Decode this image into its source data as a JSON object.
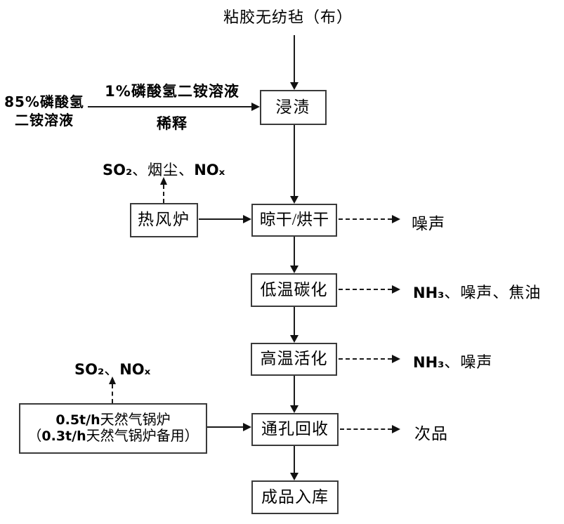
{
  "diagram": {
    "title": "粘胶无纺毡（布）",
    "boxes": {
      "dip": "浸渍",
      "furnace": "热风炉",
      "dry": "晾干/烘干",
      "low_temp": "低温碳化",
      "high_temp": "高温活化",
      "through_hole": "通孔回收",
      "storage": "成品入库",
      "boiler": {
        "line1": {
          "parts": [
            "0.5t/h",
            "天然气锅炉"
          ]
        },
        "line2": {
          "parts": [
            "（",
            "0.3t/h",
            "天然气锅炉备用）"
          ]
        }
      }
    },
    "inputs": {
      "solution_line1": "85%磷酸氢",
      "solution_line2": "二铵溶液",
      "arrow_label_top": "1%磷酸氢二铵溶液",
      "arrow_label_bottom": "稀释"
    },
    "emissions": {
      "furnace_air": {
        "parts": [
          "SO₂",
          "、烟尘、",
          "NOₓ"
        ]
      },
      "dry_out": "噪声",
      "low_temp_out": {
        "parts": [
          "NH₃",
          "、噪声、焦油"
        ]
      },
      "high_temp_out": {
        "parts": [
          "NH₃",
          "、噪声"
        ]
      },
      "boiler_air": {
        "parts": [
          "SO₂",
          "、",
          "NOₓ"
        ]
      },
      "through_hole_out": "次品"
    },
    "colors": {
      "line": "#1a1a1a",
      "box_border": "#3a3a3a",
      "text": "#000000",
      "background": "#ffffff"
    }
  }
}
